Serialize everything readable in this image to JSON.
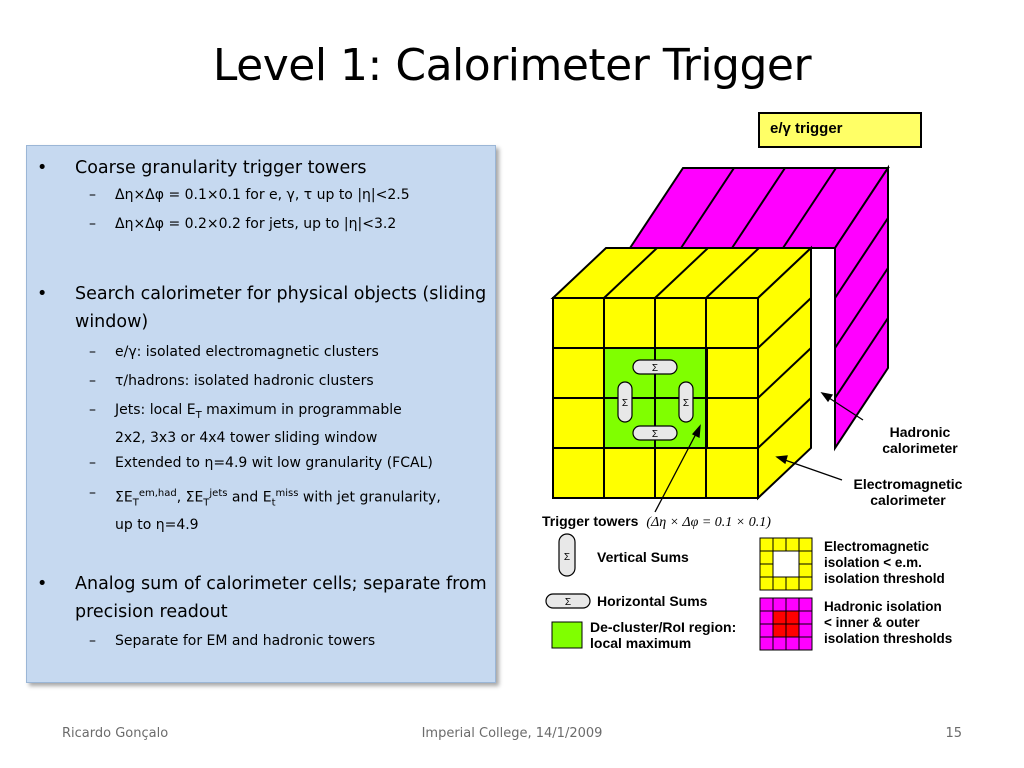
{
  "slide": {
    "title": "Level 1: Calorimeter Trigger",
    "tag": "e/γ trigger",
    "footer_left": "Ricardo Gonçalo",
    "footer_center": "Imperial College, 14/1/2009",
    "page_number": "15"
  },
  "bullets": {
    "b1": {
      "text": "Coarse granularity trigger towers",
      "s1": "Δη×Δφ = 0.1×0.1 for e, γ, τ up to |η|<2.5",
      "s2": "Δη×Δφ = 0.2×0.2 for jets, up to |η|<3.2"
    },
    "b2": {
      "text": "Search calorimeter for physical objects (sliding window)",
      "s1": "e/γ: isolated electromagnetic clusters",
      "s2": "τ/hadrons: isolated hadronic clusters",
      "s3_a": "Jets: local E",
      "s3_sub": "T",
      "s3_b": " maximum in programmable",
      "s3_c": "2x2, 3x3 or 4x4 tower sliding window",
      "s4": "Extended to η=4.9 wit low granularity (FCAL)",
      "s5_a": "ΣE",
      "s5_sub1": "T",
      "s5_sup1": "em,had",
      "s5_b": ", ΣE",
      "s5_sub2": "T",
      "s5_sup2": "jets",
      "s5_c": " and E",
      "s5_sub3": "t",
      "s5_sup3": "miss",
      "s5_d": " with jet granularity,",
      "s5_e": "up to η=4.9"
    },
    "b3": {
      "text": "Analog sum of calorimeter cells; separate from precision readout",
      "s1": "Separate for EM and hadronic towers"
    },
    "bullet_glyph": "•",
    "dash_glyph": "–"
  },
  "diagram": {
    "hadronic_label_1": "Hadronic",
    "hadronic_label_2": "calorimeter",
    "em_label_1": "Electromagnetic",
    "em_label_2": "calorimeter",
    "trigger_towers": "Trigger towers",
    "trigger_towers_formula": "(Δη × Δφ = 0.1 × 0.1)",
    "vertical_sums": "Vertical Sums",
    "horizontal_sums": "Horizontal Sums",
    "decluster_1": "De-cluster/RoI region:",
    "decluster_2": "local maximum",
    "em_iso_1": "Electromagnetic",
    "em_iso_2": "isolation < e.m.",
    "em_iso_3": "isolation threshold",
    "had_iso_1": "Hadronic isolation",
    "had_iso_2": "< inner & outer",
    "had_iso_3": "isolation thresholds",
    "sigma": "Σ",
    "colors": {
      "em_yellow": "#ffff00",
      "had_magenta": "#ff00ff",
      "roi_green": "#80ff00",
      "roi_red": "#ff0000",
      "box_blue": "#c6d9f0"
    }
  }
}
